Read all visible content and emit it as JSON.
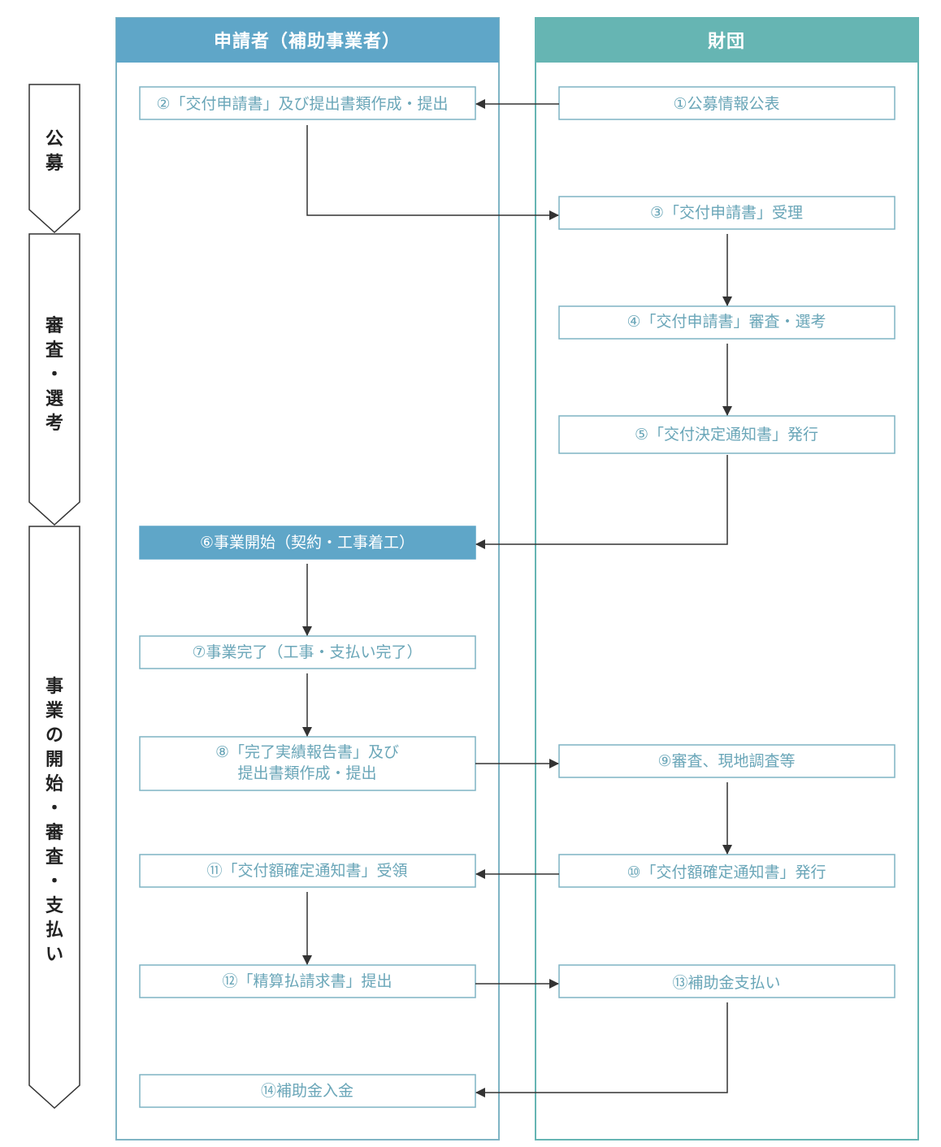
{
  "lanes": {
    "applicant": {
      "title": "申請者（補助事業者）",
      "color": "#5fa6c8"
    },
    "foundation": {
      "title": "財団",
      "color": "#66b5b3"
    }
  },
  "phases": [
    {
      "label": "公募"
    },
    {
      "label": "審査・選考"
    },
    {
      "label": "事業の開始・審査・支払い"
    }
  ],
  "steps": {
    "s1": "①公募情報公表",
    "s2": "②「交付申請書」及び提出書類作成・提出",
    "s3": "③「交付申請書」受理",
    "s4": "④「交付申請書」審査・選考",
    "s5": "⑤「交付決定通知書」発行",
    "s6": "⑥事業開始（契約・工事着工）",
    "s7": "⑦事業完了（工事・支払い完了）",
    "s8_line1": "⑧「完了実績報告書」及び",
    "s8_line2": "提出書類作成・提出",
    "s9": "⑨審査、現地調査等",
    "s10": "⑩「交付額確定通知書」発行",
    "s11": "⑪「交付額確定通知書」受領",
    "s12": "⑫「精算払請求書」提出",
    "s13": "⑬補助金支払い",
    "s14": "⑭補助金入金"
  },
  "colors": {
    "step_border": "#7fb4c4",
    "step_text": "#6aa6b8",
    "active_fill": "#5fa6c8",
    "arrow": "#333333",
    "phase_border": "#333333"
  }
}
